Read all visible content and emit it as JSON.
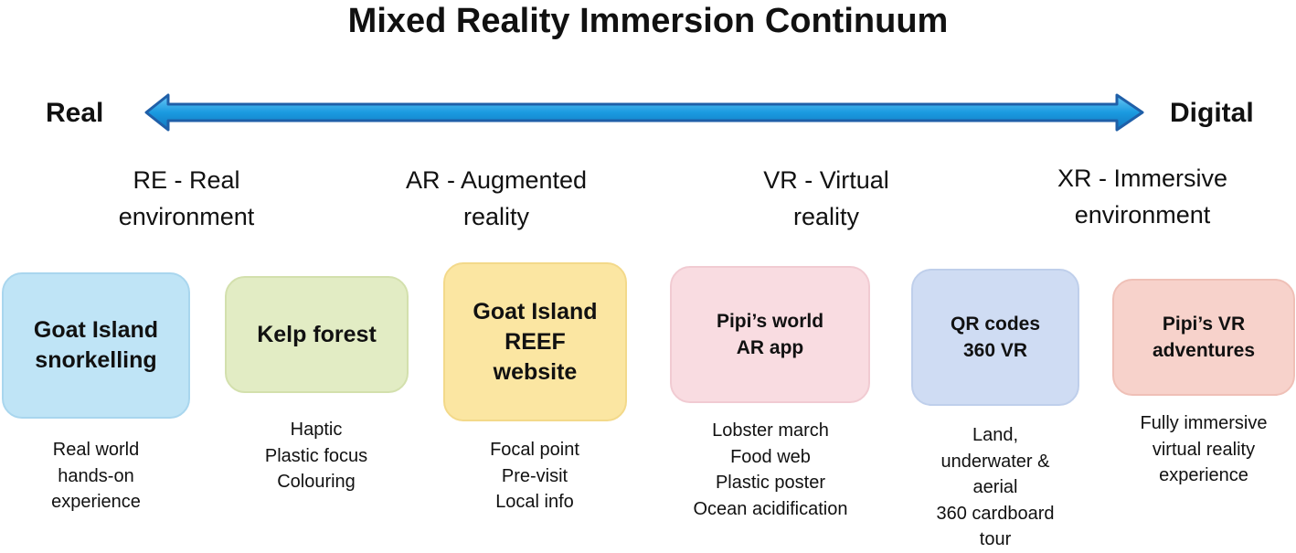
{
  "title": "Mixed Reality Immersion Continuum",
  "ends": {
    "left": "Real",
    "right": "Digital"
  },
  "categories": [
    "RE - Real\nenvironment",
    "AR - Augmented\nreality",
    "VR - Virtual\nreality",
    "XR - Immersive\nenvironment"
  ],
  "items": [
    {
      "label": "Goat Island\nsnorkelling",
      "description": "Real world\nhands-on\nexperience",
      "fill": "#bfe4f6",
      "border": "#a9d6ee"
    },
    {
      "label": "Kelp forest",
      "description": "Haptic\nPlastic focus\nColouring",
      "fill": "#e2ecc4",
      "border": "#d3e0ad"
    },
    {
      "label": "Goat Island\nREEF\nwebsite",
      "description": "Focal point\nPre-visit\nLocal info",
      "fill": "#fbe6a2",
      "border": "#f3d98a"
    },
    {
      "label": "Pipi’s world\nAR app",
      "description": "Lobster march\nFood web\nPlastic poster\nOcean acidification",
      "fill": "#f9dce1",
      "border": "#f1cbd2"
    },
    {
      "label": "QR codes\n360 VR",
      "description": "Land,\nunderwater &\naerial\n360 cardboard\ntour",
      "fill": "#cfdcf3",
      "border": "#bfcfeb"
    },
    {
      "label": "Pipi’s VR\nadventures",
      "description": "Fully immersive\nvirtual reality\nexperience",
      "fill": "#f7d2cb",
      "border": "#efc0b7"
    }
  ],
  "colors": {
    "arrow_fill": "#1a9ae0",
    "arrow_stroke": "#1f5fa8"
  }
}
